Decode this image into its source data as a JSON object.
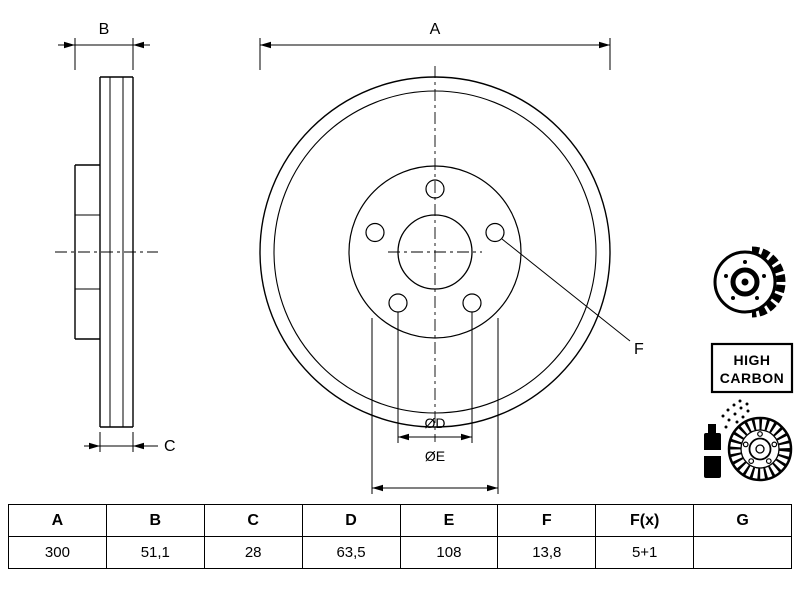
{
  "drawing": {
    "dim_a_label": "A",
    "dim_b_label": "B",
    "dim_c_label": "C",
    "dim_f_label": "F",
    "dim_d_label": "ØD",
    "dim_e_label": "ØE"
  },
  "badge": {
    "line1": "HIGH",
    "line2": "CARBON"
  },
  "icons": {
    "disc_3d": "brake-disc-3d-icon",
    "high_carbon": "high-carbon-badge",
    "spray_can": "spray-can-icon",
    "coated_disc": "coated-disc-icon"
  },
  "table": {
    "headers": [
      "A",
      "B",
      "C",
      "D",
      "E",
      "F",
      "F(x)",
      "G"
    ],
    "values": [
      "300",
      "51,1",
      "28",
      "63,5",
      "108",
      "13,8",
      "5+1",
      ""
    ]
  }
}
